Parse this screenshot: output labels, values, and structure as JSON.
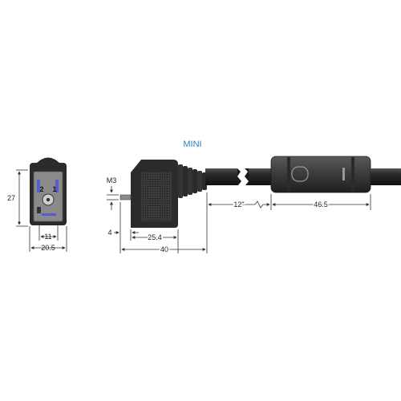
{
  "title": "MINI",
  "pins": {
    "pin_2": "2",
    "pin_1": "1"
  },
  "dimensions": {
    "height": "27",
    "pin_spacing": "11",
    "width": "20.5",
    "thread": "M3",
    "stub": "4",
    "body_depth": "25.4",
    "overall_length": "40",
    "cable_length": "12\"",
    "module_length": "46.5"
  },
  "colors": {
    "title": "#2a7fc0",
    "housing": "#2b2b2b",
    "pin_marker": "#5a5ad0",
    "dimension_line": "#333333"
  }
}
